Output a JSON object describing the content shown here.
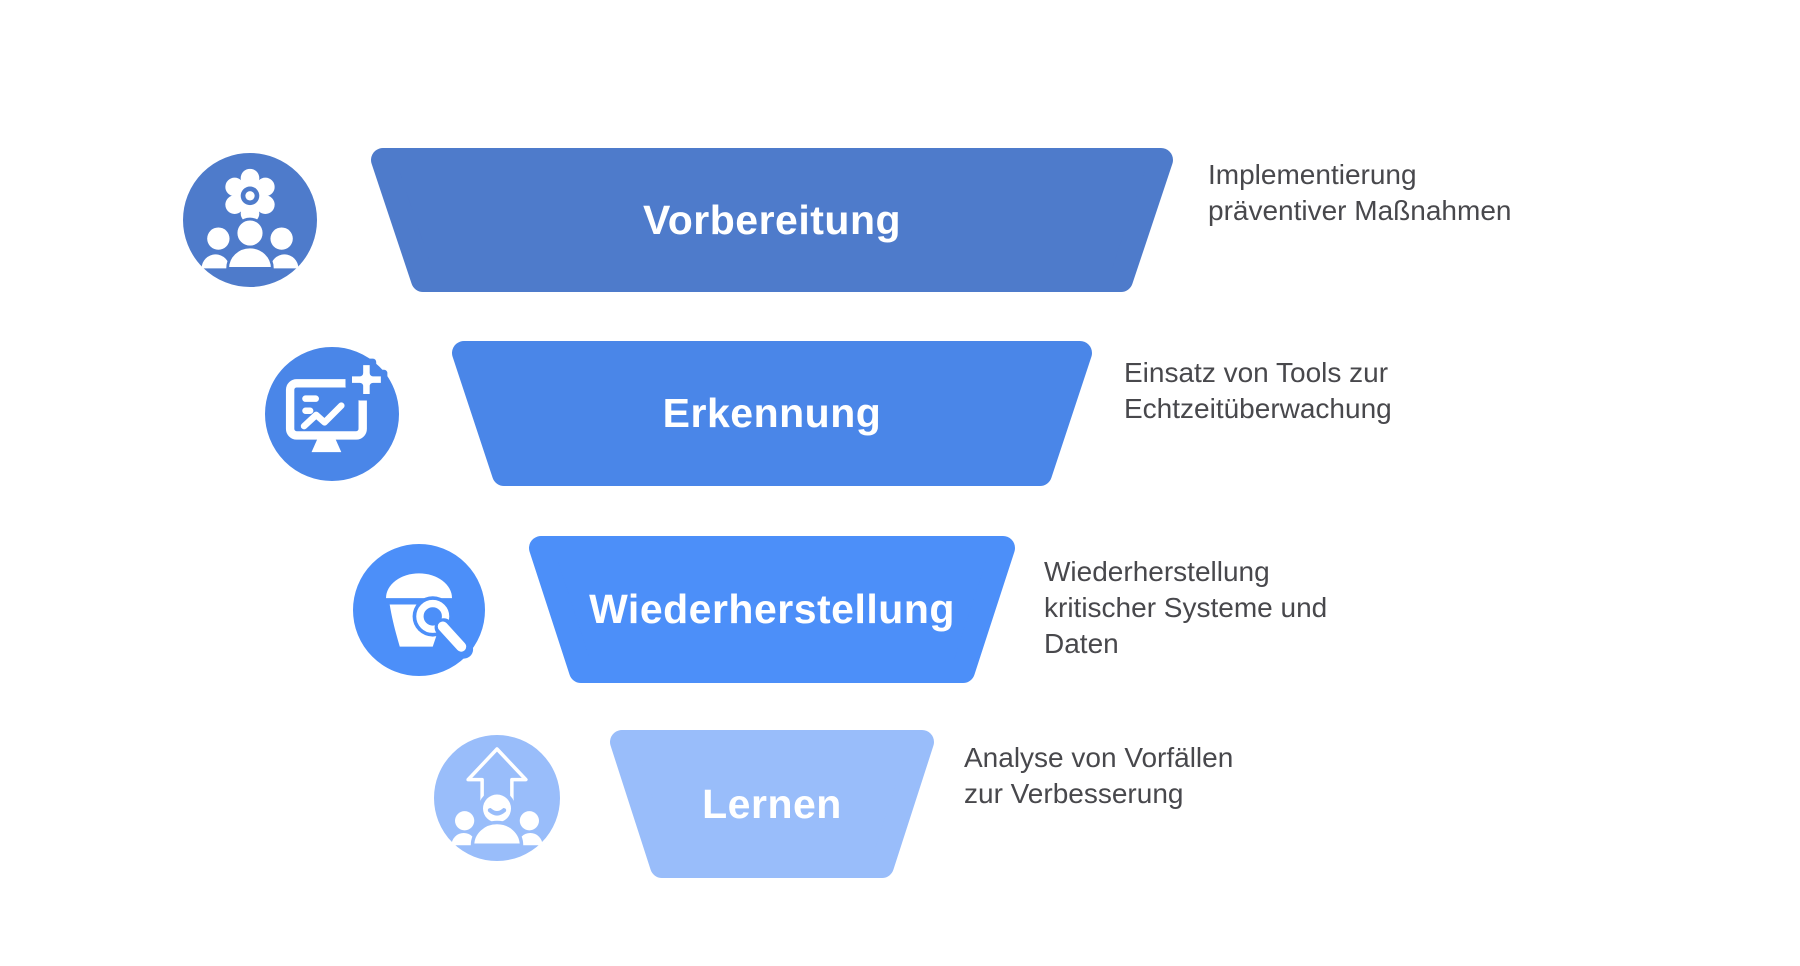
{
  "background": "#ffffff",
  "funnel": {
    "label_text_color": "#ffffff",
    "description_text_color": "#48484c",
    "rows": [
      {
        "label": "Vorbereitung",
        "description": "Implementierung\npräventiver Maßnahmen",
        "color": "#4e7bcb",
        "icon": "team-gear-icon"
      },
      {
        "label": "Erkennung",
        "description": "Einsatz von Tools zur\nEchtzeitüberwachung",
        "color": "#4a86e8",
        "icon": "monitor-chart-plus-icon"
      },
      {
        "label": "Wiederherstellung",
        "description": "Wiederherstellung\nkritischer Systeme und\nDaten",
        "color": "#4c8ff9",
        "icon": "bucket-search-icon"
      },
      {
        "label": "Lernen",
        "description": "Analyse von Vorfällen\nzur Verbesserung",
        "color": "#99bdfa",
        "icon": "growth-people-icon"
      }
    ]
  }
}
